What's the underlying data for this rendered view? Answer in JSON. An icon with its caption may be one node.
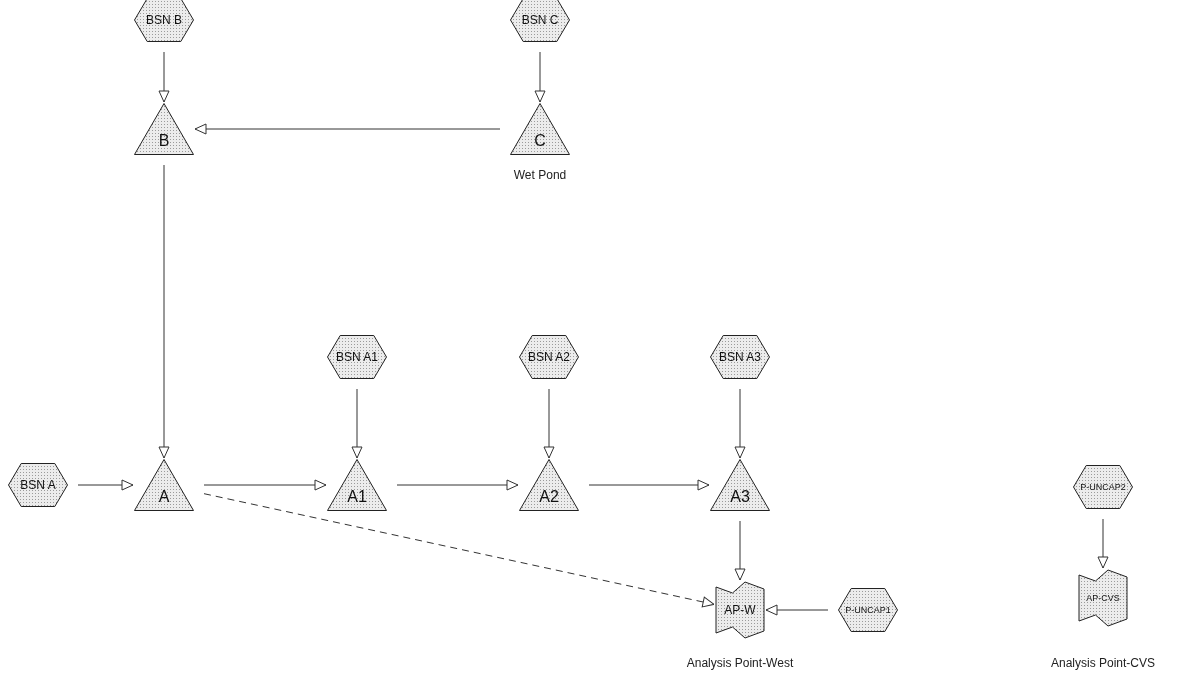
{
  "diagram": {
    "nodes": [
      {
        "text": [
          "BSN B"
        ]
      },
      {
        "text": [
          "BSN C"
        ]
      },
      {
        "text": [
          "B"
        ]
      },
      {
        "text": [
          "C"
        ],
        "beside": [
          "Wet Pond"
        ]
      },
      {
        "text": [
          "BSN A1"
        ]
      },
      {
        "text": [
          "BSN A2"
        ]
      },
      {
        "text": [
          "BSN A3"
        ]
      },
      {
        "text": [
          "P-UNCAP2"
        ]
      },
      {
        "text": [
          "BSN A"
        ]
      },
      {
        "text": [
          "A"
        ]
      },
      {
        "text": [
          "A1"
        ]
      },
      {
        "text": [
          "A2"
        ]
      },
      {
        "text": [
          "A3"
        ]
      },
      {
        "text": [
          "AP-W"
        ],
        "beside": [
          "Analysis Point-West"
        ]
      },
      {
        "text": [
          "P-UNCAP1"
        ]
      },
      {
        "text": [
          "AP-CVS"
        ],
        "beside": [
          "Analysis Point-CVS"
        ]
      }
    ],
    "edges": [
      {
        "from": 0,
        "to": 2,
        "arrow": "to"
      },
      {
        "from": 1,
        "to": 3,
        "arrow": "to"
      },
      {
        "from": 3,
        "to": 2,
        "arrow": "to"
      },
      {
        "from": 2,
        "to": 9,
        "arrow": "to"
      },
      {
        "from": 4,
        "to": 10,
        "arrow": "to"
      },
      {
        "from": 5,
        "to": 11,
        "arrow": "to"
      },
      {
        "from": 6,
        "to": 12,
        "arrow": "to"
      },
      {
        "from": 8,
        "to": 9,
        "arrow": "to"
      },
      {
        "from": 9,
        "to": 10,
        "arrow": "to"
      },
      {
        "from": 10,
        "to": 11,
        "arrow": "to"
      },
      {
        "from": 11,
        "to": 12,
        "arrow": "to"
      },
      {
        "from": 9,
        "to": 13,
        "arrow": "to",
        "style": "dashed"
      },
      {
        "from": 12,
        "to": 13,
        "arrow": "to"
      },
      {
        "from": 14,
        "to": 13,
        "arrow": "to"
      },
      {
        "from": 7,
        "to": 15,
        "arrow": "to"
      }
    ]
  }
}
